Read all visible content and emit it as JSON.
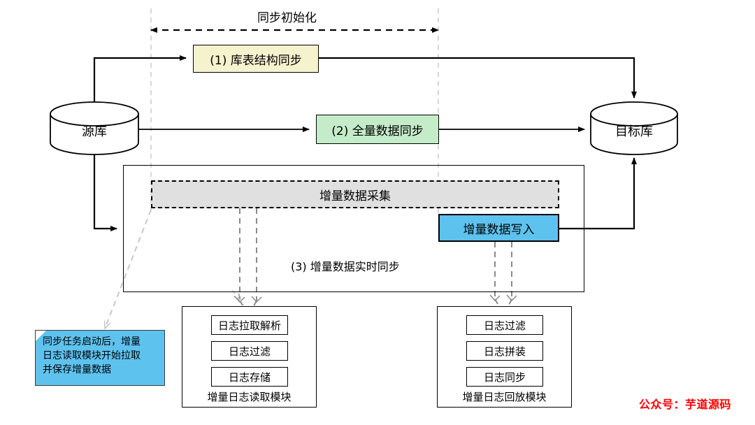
{
  "diagram": {
    "title_top": "同步初始化",
    "source_db": "源库",
    "target_db": "目标库",
    "step1": "(1) 库表结构同步",
    "step2": "(2) 全量数据同步",
    "step3": "(3) 增量数据实时同步",
    "collect": "增量数据采集",
    "write": "增量数据写入"
  },
  "reader_module": {
    "title": "增量日志读取模块",
    "items": [
      "日志拉取解析",
      "日志过滤",
      "日志存储"
    ]
  },
  "replay_module": {
    "title": "增量日志回放模块",
    "items": [
      "日志过滤",
      "日志拼装",
      "日志同步"
    ]
  },
  "note": {
    "line1": "同步任务启动后，增量",
    "line2": "日志读取模块开始拉取",
    "line3": "并保存增量数据"
  },
  "watermark": {
    "text": "公众号：芋道源码"
  },
  "colors": {
    "schema_fill": "#f5f2ce",
    "full_fill": "#c5ecc8",
    "collect_fill": "#e0e0e0",
    "write_fill": "#5ec2ef",
    "note_fill": "#5ec2ef",
    "watermark": "#ff0000",
    "stroke": "#000000",
    "guide": "#d0d0d0"
  }
}
